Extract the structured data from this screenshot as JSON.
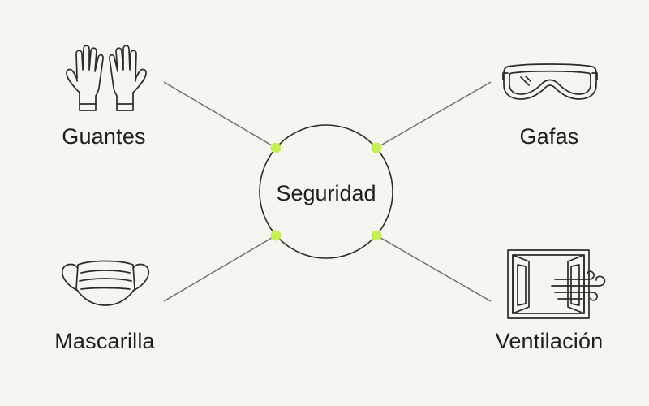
{
  "center": {
    "label": "Seguridad"
  },
  "items": [
    {
      "label": "Guantes",
      "icon": "gloves-icon"
    },
    {
      "label": "Gafas",
      "icon": "goggles-icon"
    },
    {
      "label": "Mascarilla",
      "icon": "face-mask-icon"
    },
    {
      "label": "Ventilación",
      "icon": "window-ventilation-icon"
    }
  ],
  "colors": {
    "background": "#f7f5ef",
    "stroke": "#2b2b2b",
    "connector": "#6b6b6b",
    "node_dot": "#c6f05a"
  }
}
